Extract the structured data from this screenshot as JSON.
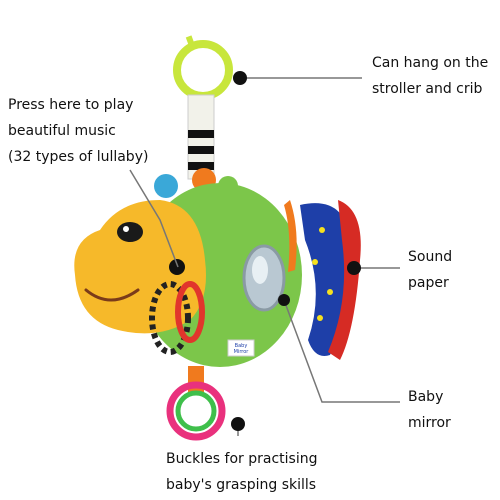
{
  "callouts": {
    "music": {
      "line1": "Press here to play",
      "line2": "beautiful music",
      "line3": "(32 types of lullaby)"
    },
    "hang": {
      "line1": "Can hang on the",
      "line2": "stroller and crib"
    },
    "sound": {
      "line1": "Sound",
      "line2": "paper"
    },
    "mirror": {
      "line1": "Baby",
      "line2": "mirror"
    },
    "buckles": {
      "line1": "Buckles for practising",
      "line2": "baby's grasping skills"
    }
  },
  "toy": {
    "tag_text": "Baby Mirror",
    "colors": {
      "body_green": "#7cc64a",
      "face_yellow": "#f6b92a",
      "ring_top": "#c8e63c",
      "ring_bottom_outer": "#e9317d",
      "ring_bottom_inner": "#3fbf4b",
      "fin_blue": "#1e3fa8",
      "fin_orange": "#f07a1e",
      "fin_red": "#d62b24"
    }
  }
}
